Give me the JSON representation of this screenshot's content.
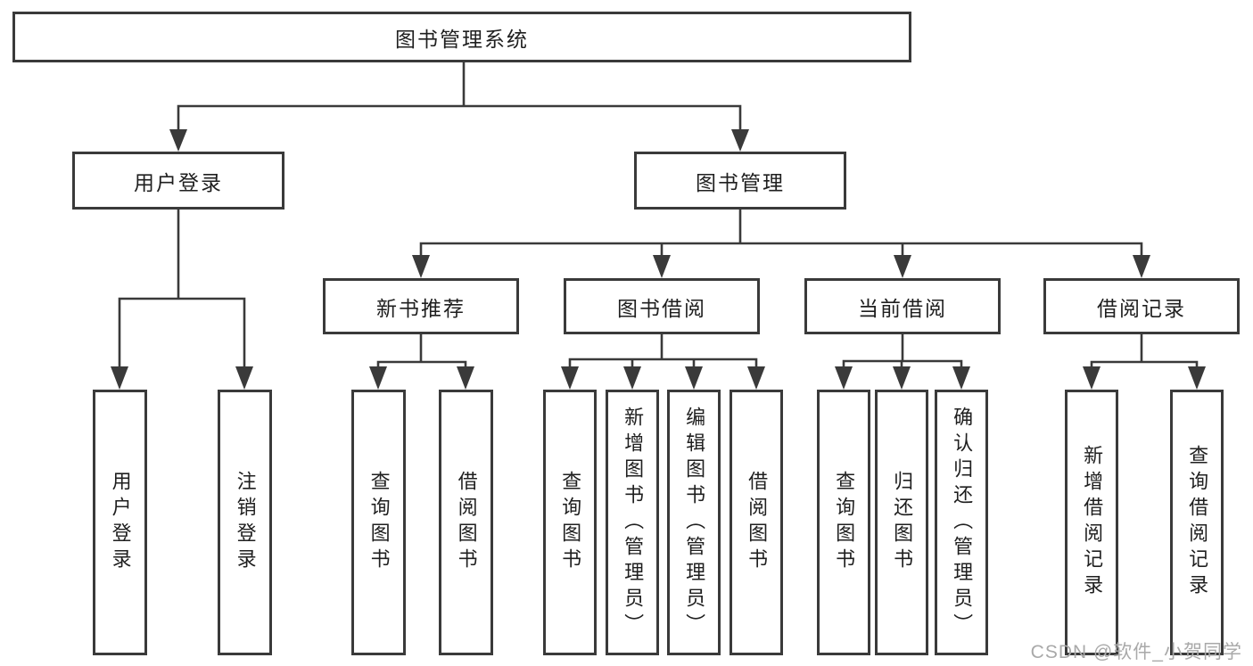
{
  "diagram_title": "图书管理系统",
  "tree": {
    "label": "图书管理系统",
    "children": [
      {
        "label": "用户登录",
        "children": [
          {
            "label": "用户登录"
          },
          {
            "label": "注销登录"
          }
        ]
      },
      {
        "label": "图书管理",
        "children": [
          {
            "label": "新书推荐",
            "children": [
              {
                "label": "查询图书"
              },
              {
                "label": "借阅图书"
              }
            ]
          },
          {
            "label": "图书借阅",
            "children": [
              {
                "label": "查询图书"
              },
              {
                "label": "新增图书（管理员）"
              },
              {
                "label": "编辑图书（管理员）"
              },
              {
                "label": "借阅图书"
              }
            ]
          },
          {
            "label": "当前借阅",
            "children": [
              {
                "label": "查询图书"
              },
              {
                "label": "归还图书"
              },
              {
                "label": "确认归还（管理员）"
              }
            ]
          },
          {
            "label": "借阅记录",
            "children": [
              {
                "label": "新增借阅记录"
              },
              {
                "label": "查询借阅记录"
              }
            ]
          }
        ]
      }
    ]
  },
  "watermark": {
    "text": "CSDN @软件_小贺同学"
  },
  "colors": {
    "background": "#ffffff",
    "line": "#3a3a3a",
    "box_border": "#3a3a3a",
    "text": "#1f1f1f",
    "watermark": "#a9a9a9"
  }
}
